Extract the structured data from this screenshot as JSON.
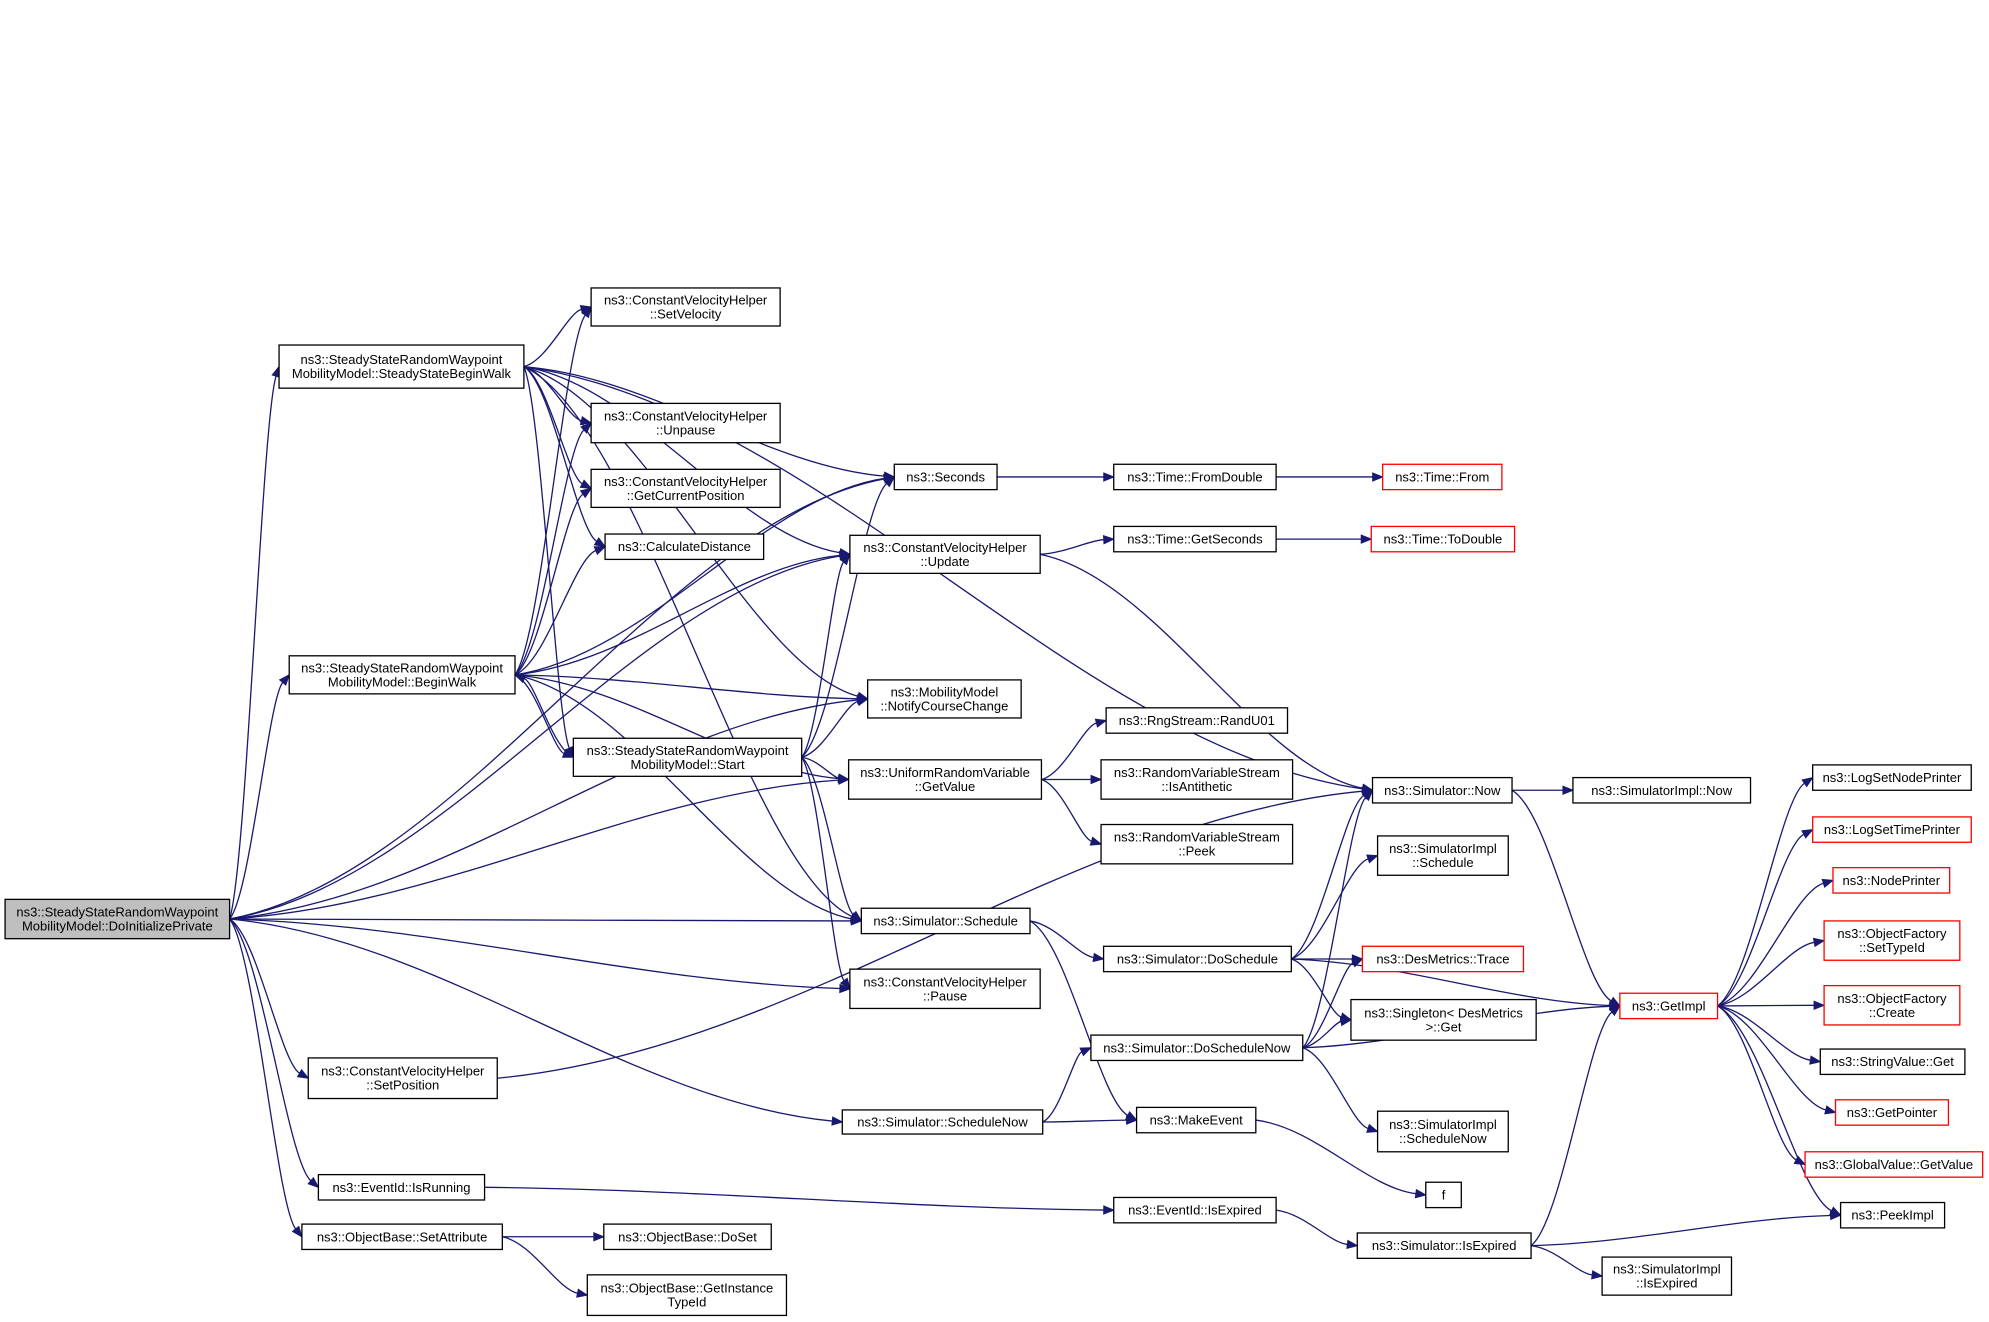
{
  "colors": {
    "edge": "#191970",
    "node_border": "#000000",
    "node_border_truncated": "#ff0000",
    "root_fill": "#bfbfbf",
    "node_fill": "#ffffff"
  },
  "nodes": [
    {
      "id": "root",
      "lines": [
        "ns3::SteadyStateRandomWaypoint",
        "MobilityModel::DoInitializePrivate"
      ],
      "style": "root"
    },
    {
      "id": "ssbw",
      "lines": [
        "ns3::SteadyStateRandomWaypoint",
        "MobilityModel::SteadyStateBeginWalk"
      ]
    },
    {
      "id": "bw",
      "lines": [
        "ns3::SteadyStateRandomWaypoint",
        "MobilityModel::BeginWalk"
      ]
    },
    {
      "id": "start",
      "lines": [
        "ns3::SteadyStateRandomWaypoint",
        "MobilityModel::Start"
      ]
    },
    {
      "id": "setvel",
      "lines": [
        "ns3::ConstantVelocityHelper",
        "::SetVelocity"
      ]
    },
    {
      "id": "unpause",
      "lines": [
        "ns3::ConstantVelocityHelper",
        "::Unpause"
      ]
    },
    {
      "id": "getcur",
      "lines": [
        "ns3::ConstantVelocityHelper",
        "::GetCurrentPosition"
      ]
    },
    {
      "id": "calcdist",
      "lines": [
        "ns3::CalculateDistance"
      ]
    },
    {
      "id": "seconds",
      "lines": [
        "ns3::Seconds"
      ]
    },
    {
      "id": "update",
      "lines": [
        "ns3::ConstantVelocityHelper",
        "::Update"
      ]
    },
    {
      "id": "notify",
      "lines": [
        "ns3::MobilityModel",
        "::NotifyCourseChange"
      ]
    },
    {
      "id": "getvalue",
      "lines": [
        "ns3::UniformRandomVariable",
        "::GetValue"
      ]
    },
    {
      "id": "schedule",
      "lines": [
        "ns3::Simulator::Schedule"
      ]
    },
    {
      "id": "pause",
      "lines": [
        "ns3::ConstantVelocityHelper",
        "::Pause"
      ]
    },
    {
      "id": "setpos",
      "lines": [
        "ns3::ConstantVelocityHelper",
        "::SetPosition"
      ]
    },
    {
      "id": "schednow",
      "lines": [
        "ns3::Simulator::ScheduleNow"
      ]
    },
    {
      "id": "isrunning",
      "lines": [
        "ns3::EventId::IsRunning"
      ]
    },
    {
      "id": "setattr",
      "lines": [
        "ns3::ObjectBase::SetAttribute"
      ]
    },
    {
      "id": "doset",
      "lines": [
        "ns3::ObjectBase::DoSet"
      ]
    },
    {
      "id": "getinst",
      "lines": [
        "ns3::ObjectBase::GetInstance",
        "TypeId"
      ]
    },
    {
      "id": "fromdouble",
      "lines": [
        "ns3::Time::FromDouble"
      ]
    },
    {
      "id": "from",
      "lines": [
        "ns3::Time::From"
      ],
      "style": "red"
    },
    {
      "id": "getseconds",
      "lines": [
        "ns3::Time::GetSeconds"
      ]
    },
    {
      "id": "todouble",
      "lines": [
        "ns3::Time::ToDouble"
      ],
      "style": "red"
    },
    {
      "id": "randu01",
      "lines": [
        "ns3::RngStream::RandU01"
      ]
    },
    {
      "id": "isanti",
      "lines": [
        "ns3::RandomVariableStream",
        "::IsAntithetic"
      ]
    },
    {
      "id": "peek",
      "lines": [
        "ns3::RandomVariableStream",
        "::Peek"
      ]
    },
    {
      "id": "doschedule",
      "lines": [
        "ns3::Simulator::DoSchedule"
      ]
    },
    {
      "id": "doschednow",
      "lines": [
        "ns3::Simulator::DoScheduleNow"
      ]
    },
    {
      "id": "makeevent",
      "lines": [
        "ns3::MakeEvent"
      ]
    },
    {
      "id": "isexpired",
      "lines": [
        "ns3::EventId::IsExpired"
      ]
    },
    {
      "id": "simnow",
      "lines": [
        "ns3::Simulator::Now"
      ]
    },
    {
      "id": "implsched",
      "lines": [
        "ns3::SimulatorImpl",
        "::Schedule"
      ]
    },
    {
      "id": "trace",
      "lines": [
        "ns3::DesMetrics::Trace"
      ],
      "style": "red"
    },
    {
      "id": "singleton",
      "lines": [
        "ns3::Singleton< DesMetrics",
        ">::Get"
      ]
    },
    {
      "id": "implschednow",
      "lines": [
        "ns3::SimulatorImpl",
        "::ScheduleNow"
      ]
    },
    {
      "id": "f",
      "lines": [
        "f"
      ]
    },
    {
      "id": "simexpired",
      "lines": [
        "ns3::Simulator::IsExpired"
      ]
    },
    {
      "id": "implnow",
      "lines": [
        "ns3::SimulatorImpl::Now"
      ]
    },
    {
      "id": "getimpl",
      "lines": [
        "ns3::GetImpl"
      ],
      "style": "red"
    },
    {
      "id": "implexpired",
      "lines": [
        "ns3::SimulatorImpl",
        "::IsExpired"
      ]
    },
    {
      "id": "lognode",
      "lines": [
        "ns3::LogSetNodePrinter"
      ]
    },
    {
      "id": "logtime",
      "lines": [
        "ns3::LogSetTimePrinter"
      ],
      "style": "red"
    },
    {
      "id": "nodeprinter",
      "lines": [
        "ns3::NodePrinter"
      ],
      "style": "red"
    },
    {
      "id": "settypeid",
      "lines": [
        "ns3::ObjectFactory",
        "::SetTypeId"
      ],
      "style": "red"
    },
    {
      "id": "create",
      "lines": [
        "ns3::ObjectFactory",
        "::Create"
      ],
      "style": "red"
    },
    {
      "id": "strget",
      "lines": [
        "ns3::StringValue::Get"
      ]
    },
    {
      "id": "getpointer",
      "lines": [
        "ns3::GetPointer"
      ],
      "style": "red"
    },
    {
      "id": "globalget",
      "lines": [
        "ns3::GlobalValue::GetValue"
      ],
      "style": "red"
    },
    {
      "id": "peekimpl",
      "lines": [
        "ns3::PeekImpl"
      ]
    }
  ],
  "edges": [
    [
      "root",
      "ssbw"
    ],
    [
      "root",
      "bw"
    ],
    [
      "root",
      "seconds"
    ],
    [
      "root",
      "update"
    ],
    [
      "root",
      "notify"
    ],
    [
      "root",
      "getvalue"
    ],
    [
      "root",
      "schedule"
    ],
    [
      "root",
      "pause"
    ],
    [
      "root",
      "setpos"
    ],
    [
      "root",
      "schednow"
    ],
    [
      "root",
      "isrunning"
    ],
    [
      "root",
      "setattr"
    ],
    [
      "ssbw",
      "setvel"
    ],
    [
      "ssbw",
      "unpause"
    ],
    [
      "ssbw",
      "getcur"
    ],
    [
      "ssbw",
      "calcdist"
    ],
    [
      "ssbw",
      "seconds"
    ],
    [
      "ssbw",
      "update"
    ],
    [
      "ssbw",
      "notify"
    ],
    [
      "ssbw",
      "start"
    ],
    [
      "ssbw",
      "simnow"
    ],
    [
      "ssbw",
      "schedule"
    ],
    [
      "bw",
      "setvel"
    ],
    [
      "bw",
      "unpause"
    ],
    [
      "bw",
      "getcur"
    ],
    [
      "bw",
      "calcdist"
    ],
    [
      "bw",
      "seconds"
    ],
    [
      "bw",
      "update"
    ],
    [
      "bw",
      "notify"
    ],
    [
      "bw",
      "getvalue"
    ],
    [
      "bw",
      "start"
    ],
    [
      "bw",
      "schedule"
    ],
    [
      "start",
      "bw"
    ],
    [
      "start",
      "seconds"
    ],
    [
      "start",
      "update"
    ],
    [
      "start",
      "notify"
    ],
    [
      "start",
      "getvalue"
    ],
    [
      "start",
      "schedule"
    ],
    [
      "start",
      "pause"
    ],
    [
      "seconds",
      "fromdouble"
    ],
    [
      "fromdouble",
      "from"
    ],
    [
      "update",
      "getseconds"
    ],
    [
      "update",
      "simnow"
    ],
    [
      "getseconds",
      "todouble"
    ],
    [
      "getvalue",
      "randu01"
    ],
    [
      "getvalue",
      "isanti"
    ],
    [
      "getvalue",
      "peek"
    ],
    [
      "schedule",
      "doschedule"
    ],
    [
      "schedule",
      "makeevent"
    ],
    [
      "setpos",
      "simnow"
    ],
    [
      "schednow",
      "doschednow"
    ],
    [
      "schednow",
      "makeevent"
    ],
    [
      "isrunning",
      "isexpired"
    ],
    [
      "setattr",
      "doset"
    ],
    [
      "setattr",
      "getinst"
    ],
    [
      "isexpired",
      "simexpired"
    ],
    [
      "makeevent",
      "f"
    ],
    [
      "doschedule",
      "simnow"
    ],
    [
      "doschedule",
      "implsched"
    ],
    [
      "doschedule",
      "trace"
    ],
    [
      "doschedule",
      "singleton"
    ],
    [
      "doschedule",
      "getimpl"
    ],
    [
      "doschednow",
      "simnow"
    ],
    [
      "doschednow",
      "trace"
    ],
    [
      "doschednow",
      "singleton"
    ],
    [
      "doschednow",
      "implschednow"
    ],
    [
      "doschednow",
      "getimpl"
    ],
    [
      "simnow",
      "implnow"
    ],
    [
      "simnow",
      "getimpl"
    ],
    [
      "simexpired",
      "getimpl"
    ],
    [
      "simexpired",
      "peekimpl"
    ],
    [
      "simexpired",
      "implexpired"
    ],
    [
      "getimpl",
      "lognode"
    ],
    [
      "getimpl",
      "logtime"
    ],
    [
      "getimpl",
      "nodeprinter"
    ],
    [
      "getimpl",
      "settypeid"
    ],
    [
      "getimpl",
      "create"
    ],
    [
      "getimpl",
      "strget"
    ],
    [
      "getimpl",
      "getpointer"
    ],
    [
      "getimpl",
      "globalget"
    ],
    [
      "getimpl",
      "peekimpl"
    ]
  ]
}
